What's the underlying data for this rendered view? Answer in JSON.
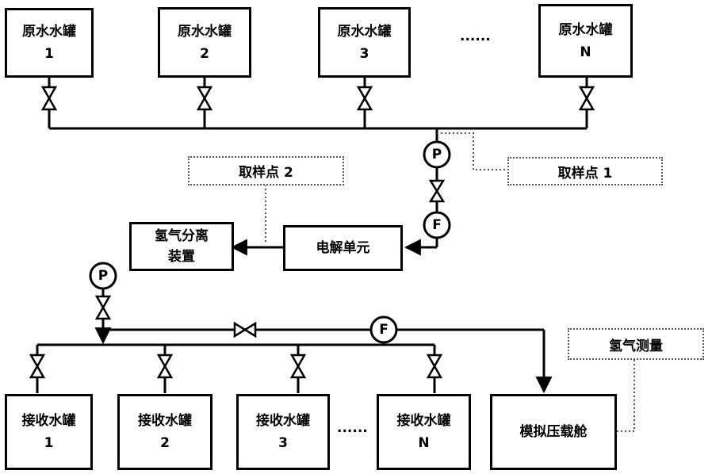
{
  "source_tanks": [
    {
      "name": "原水水罐",
      "num": "1"
    },
    {
      "name": "原水水罐",
      "num": "2"
    },
    {
      "name": "原水水罐",
      "num": "3"
    },
    {
      "name": "原水水罐",
      "num": "N"
    }
  ],
  "receive_tanks": [
    {
      "name": "接收水罐",
      "num": "1"
    },
    {
      "name": "接收水罐",
      "num": "2"
    },
    {
      "name": "接收水罐",
      "num": "3"
    },
    {
      "name": "接收水罐",
      "num": "N"
    }
  ],
  "ellipsis": "......",
  "sampling_point_1": "取样点 1",
  "sampling_point_2": "取样点 2",
  "electrolysis_unit": "电解单元",
  "separator_line1": "氢气分离",
  "separator_line2": "装置",
  "hydrogen_measure": "氢气测量",
  "simulation_cabin": "模拟压载舱",
  "pressure_symbol": "P",
  "flow_symbol": "F"
}
